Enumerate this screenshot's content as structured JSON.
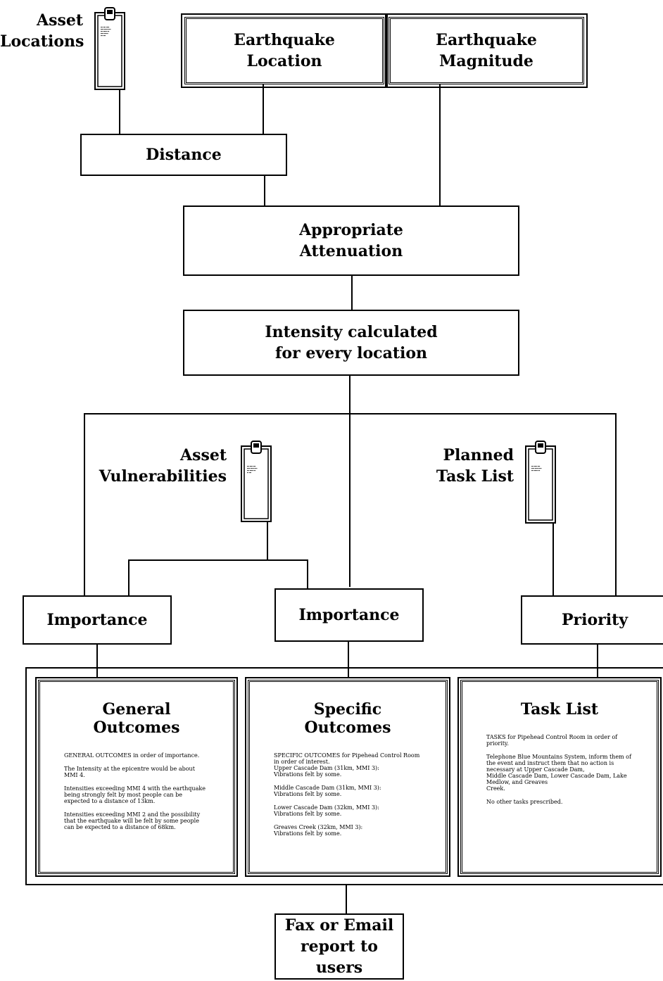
{
  "nodes": {
    "asset_locations": "Asset\nLocations",
    "earthquake_location": "Earthquake\nLocation",
    "earthquake_magnitude": "Earthquake\nMagnitude",
    "distance": "Distance",
    "appropriate_attenuation": "Appropriate\nAttenuation",
    "intensity": "Intensity calculated\nfor every location",
    "asset_vulnerabilities": "Asset\nVulnerabilities",
    "planned_task_list": "Planned\nTask List",
    "importance_left": "Importance",
    "importance_mid": "Importance",
    "priority": "Priority",
    "report": "Fax or Email\nreport to users"
  },
  "clipboard_icon": "clipboard-icon",
  "panels": {
    "general": {
      "title": "General Outcomes",
      "paragraphs": [
        "GENERAL OUTCOMES in order of importance.",
        "The Intensity at the epicentre would be about MMI 4.",
        "Intensities exceeding MMI 4 with the earthquake being strongly felt by most people can be expected to a distance of 13km.",
        "Intensities exceeding MMI 2 and the possibility that the earthquake will be felt by some people can be expected to a distance of 68km."
      ]
    },
    "specific": {
      "title": "Specific Outcomes",
      "paragraphs": [
        "SPECIFIC OUTCOMES for Pipehead Control Room in order of interest.\n Upper Cascade Dam (31km, MMI 3):\n   Vibrations felt by some.",
        "  Middle Cascade Dam (31km, MMI 3):\n   Vibrations felt by some.",
        "  Lower Cascade Dam (32km, MMI 3):\n   Vibrations felt by some.",
        "  Greaves Creek (32km, MMI 3):\n   Vibrations felt by some."
      ]
    },
    "tasks": {
      "title": "Task List",
      "paragraphs": [
        "TASKS for Pipehead Control Room in order of priority.",
        "Telephone Blue Mountains System, inform them of the event and instruct them that no action is necessary at Upper Cascade Dam,\nMiddle Cascade Dam, Lower Cascade Dam, Lake Medlow, and Greaves\nCreek.",
        "No other tasks prescribed."
      ]
    }
  }
}
